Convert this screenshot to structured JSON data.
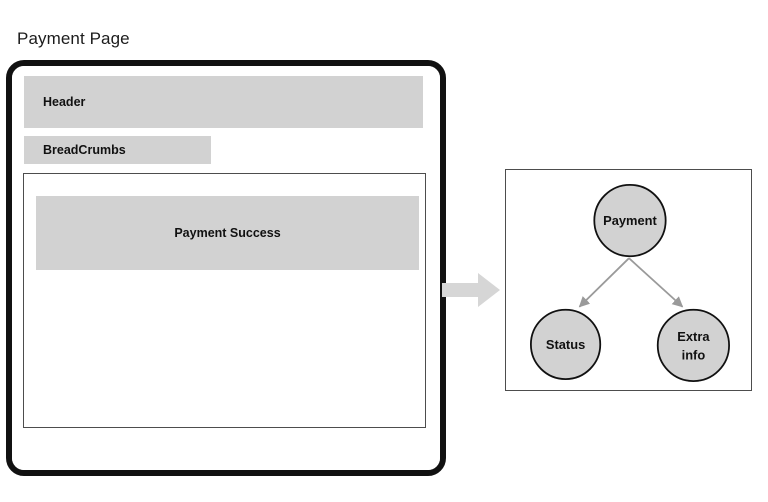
{
  "page_title": "Payment Page",
  "device": {
    "header": {
      "label": "Header"
    },
    "breadcrumbs": {
      "label": "BreadCrumbs"
    },
    "content": {
      "banner_label": "Payment Success"
    }
  },
  "flow": {
    "arrow_icon": "right-arrow-icon"
  },
  "tree": {
    "root": {
      "label": "Payment"
    },
    "children": [
      {
        "label": "Status"
      },
      {
        "label_line1": "Extra",
        "label_line2": "info"
      }
    ]
  },
  "colors": {
    "frame": "#111111",
    "block_fill": "#d2d2d2",
    "box_border": "#4d4d4d",
    "edge": "#9a9a9a",
    "arrow": "#d6d6d6",
    "text": "#111111",
    "background": "#ffffff"
  }
}
